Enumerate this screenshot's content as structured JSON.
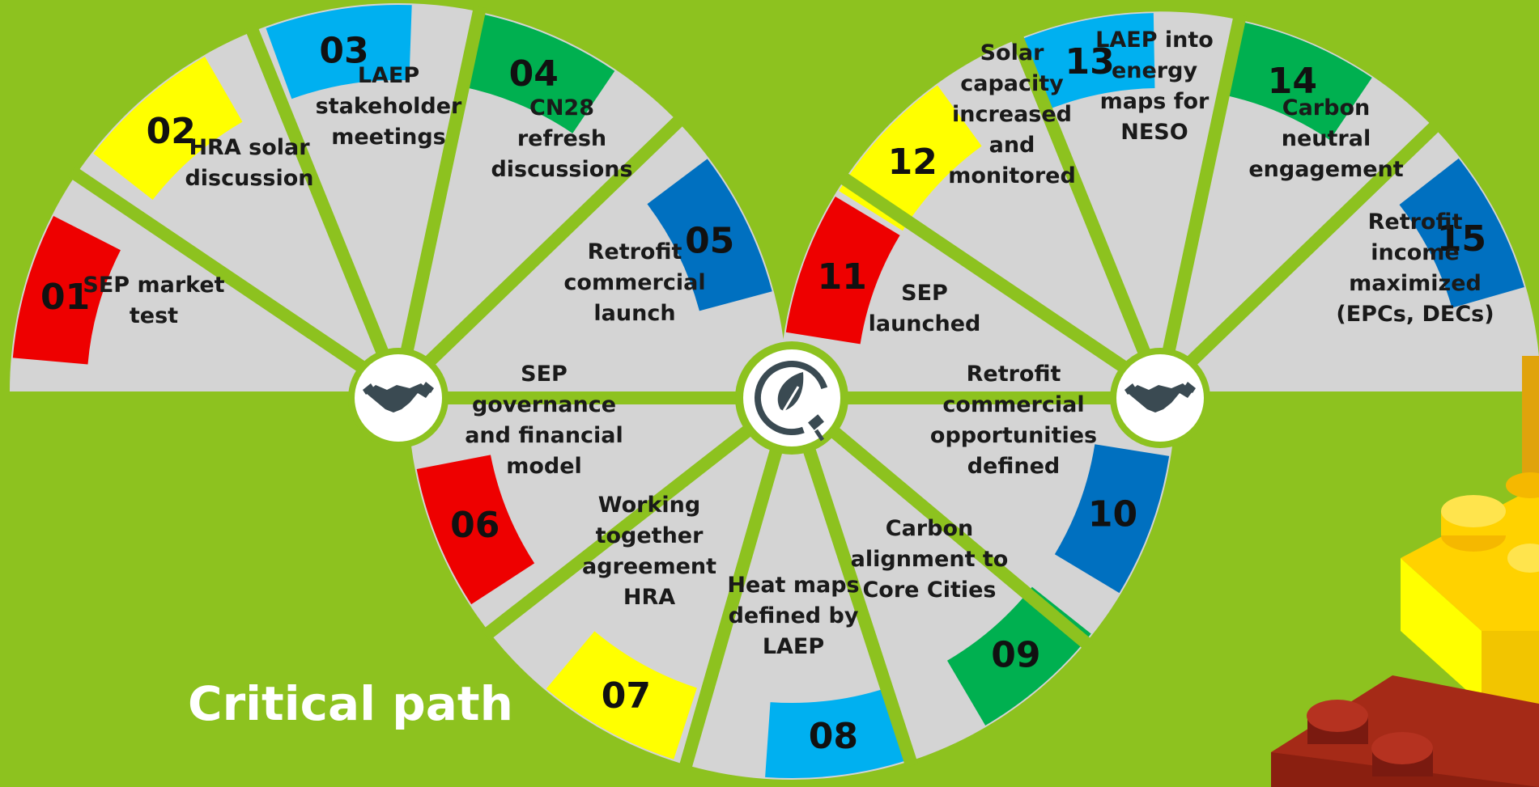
{
  "title": "Critical path",
  "colors": {
    "background": "#8dc21f",
    "segment": "#d4d4d4",
    "divider": "#8dc21f",
    "hub": "#ffffff",
    "icon": "#3a4a52",
    "red": "#ee0000",
    "yellow": "#ffff00",
    "light_blue": "#00b0f0",
    "green": "#00b050",
    "dark_blue": "#0070c0"
  },
  "hubs": [
    {
      "id": "hub-left",
      "icon": "handshake-icon"
    },
    {
      "id": "hub-center",
      "icon": "leaf-plug-icon"
    },
    {
      "id": "hub-right",
      "icon": "handshake-icon"
    }
  ],
  "steps": [
    {
      "number": "01",
      "label": [
        "SEP market",
        "test"
      ],
      "badge_color": "red"
    },
    {
      "number": "02",
      "label": [
        "HRA solar",
        "discussion"
      ],
      "badge_color": "yellow"
    },
    {
      "number": "03",
      "label": [
        "LAEP",
        "stakeholder",
        "meetings"
      ],
      "badge_color": "light_blue"
    },
    {
      "number": "04",
      "label": [
        "CN28",
        "refresh",
        "discussions"
      ],
      "badge_color": "green"
    },
    {
      "number": "05",
      "label": [
        "Retrofit",
        "commercial",
        "launch"
      ],
      "badge_color": "dark_blue"
    },
    {
      "number": "06",
      "label": [
        "SEP",
        "governance",
        "and financial",
        "model"
      ],
      "badge_color": "red"
    },
    {
      "number": "07",
      "label": [
        "Working",
        "together",
        "agreement",
        "HRA"
      ],
      "badge_color": "yellow"
    },
    {
      "number": "08",
      "label": [
        "Heat maps",
        "defined by",
        "LAEP"
      ],
      "badge_color": "light_blue"
    },
    {
      "number": "09",
      "label": [
        "Carbon",
        "alignment to",
        "Core Cities"
      ],
      "badge_color": "green"
    },
    {
      "number": "10",
      "label": [
        "Retrofit",
        "commercial",
        "opportunities",
        "defined"
      ],
      "badge_color": "dark_blue"
    },
    {
      "number": "11",
      "label": [
        "SEP",
        "launched"
      ],
      "badge_color": "red"
    },
    {
      "number": "12",
      "label": [
        "Solar",
        "capacity",
        "increased",
        "and",
        "monitored"
      ],
      "badge_color": "yellow"
    },
    {
      "number": "13",
      "label": [
        "LAEP into",
        "energy",
        "maps for",
        "NESO"
      ],
      "badge_color": "light_blue"
    },
    {
      "number": "14",
      "label": [
        "Carbon",
        "neutral",
        "engagement"
      ],
      "badge_color": "green"
    },
    {
      "number": "15",
      "label": [
        "Retrofit",
        "income",
        "maximized",
        "(EPCs, DECs)"
      ],
      "badge_color": "dark_blue"
    }
  ]
}
